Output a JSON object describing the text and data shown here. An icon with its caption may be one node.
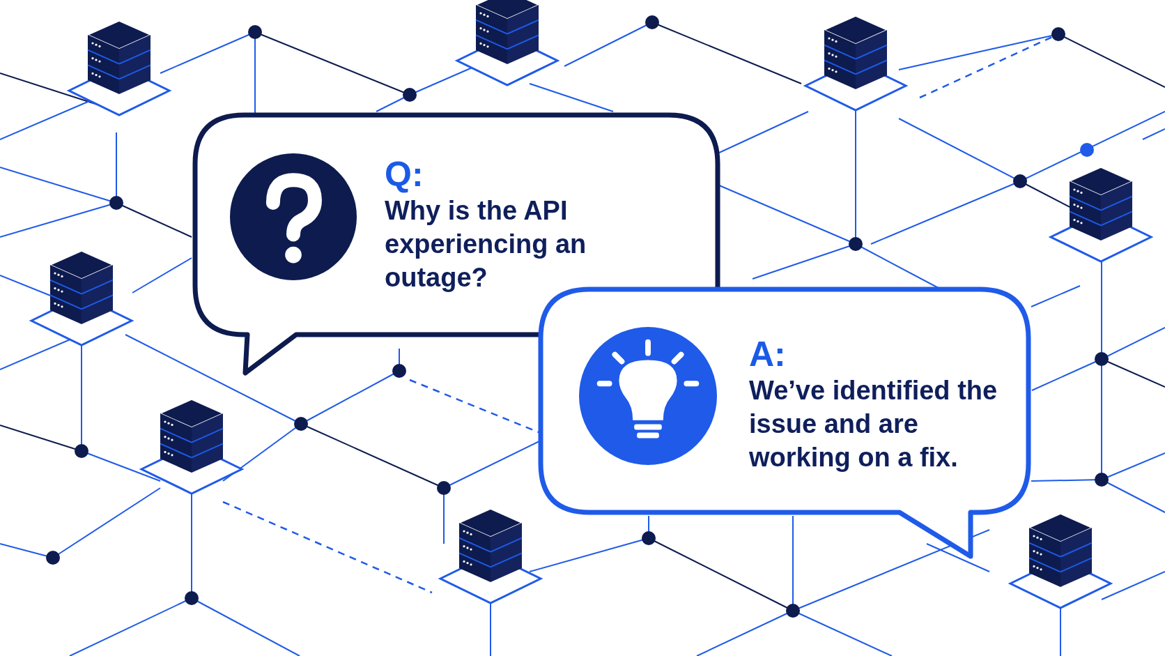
{
  "diagram": {
    "nodes": [
      {
        "text": [
          "Q:",
          "Why is the API experiencing an outage?"
        ]
      },
      {
        "text": [
          "A:",
          "We’ve identified the issue and are working on a fix."
        ]
      }
    ]
  }
}
